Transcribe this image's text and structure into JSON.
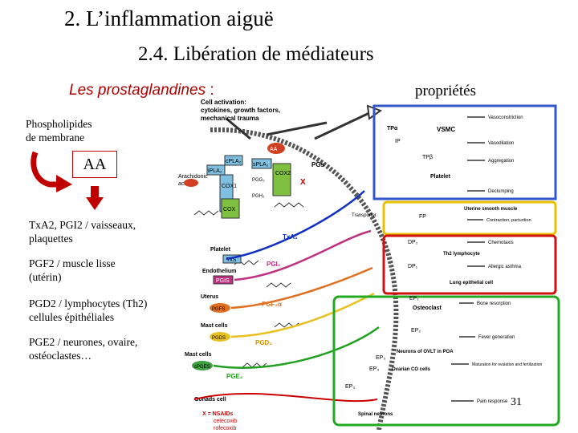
{
  "title": "2.  L’inflammation aiguë",
  "subtitle": "2.4. Libération de médiateurs",
  "section_name": "Les prostaglandines",
  "section_sep": " :",
  "properties_label": "propriétés",
  "phospho_line1": "Phospholipides",
  "phospho_line2": "de membrane",
  "aa_label": "AA",
  "notes": [
    {
      "line1": "TxA2, PGI2 / vaisseaux,",
      "line2": "plaquettes"
    },
    {
      "line1": "PGF2 / muscle lisse",
      "line2": "(utérin)"
    },
    {
      "line1": "PGD2 / lymphocytes (Th2)",
      "line2": "cellules épithéliales"
    },
    {
      "line1": "PGE2 / neurones, ovaire,",
      "line2": "ostéoclastes…"
    }
  ],
  "page_number": "31",
  "colors": {
    "accent_red": "#c00000",
    "blue_box": "#3355cc",
    "yellow_box": "#e8c000",
    "red_box": "#d01010",
    "green_box": "#22aa22",
    "arrow_red": "#cc0000"
  },
  "diagram": {
    "cell_activation": [
      "Cell activation:",
      "cytokines, growth factors,",
      "mechanical trauma"
    ],
    "enzymes": {
      "aa": "AA",
      "cpla2": "cPLA₂",
      "spla2": "sPLA₂",
      "ipla2": "iPLA₂",
      "cox1": "COX1",
      "cox2": "COX2",
      "cox": "COX",
      "x": "X"
    },
    "left_labels": {
      "arachidonic": "Arachidonic",
      "acid": "acid",
      "pgs": "PGs",
      "pgh2": "PGH₂",
      "pgg2": "PGG₂"
    },
    "cells_left": [
      "Platelet",
      "Endothelium",
      "Uterus",
      "Mast cells",
      "Mast cells",
      "Gonads cell"
    ],
    "enzyme_tags": [
      "TxS",
      "PGIS",
      "PGFS",
      "PGDS",
      "cPGES"
    ],
    "mediators": [
      "TxA₂",
      "PGI₂",
      "PGF₂α",
      "PGD₂",
      "PGE₂"
    ],
    "nsaid": [
      "X = NSAIDs",
      "celecoxib",
      "rofecoxib"
    ],
    "transporter": "Transporter",
    "receptors": [
      "TPα",
      "IP",
      "TPβ",
      "FP",
      "DP₁",
      "DP₂",
      "EP₁",
      "EP₂",
      "EP₃",
      "EP₄",
      "EP₃"
    ],
    "targets": [
      "VSMC",
      "Platelet",
      "Uterine smooth muscle",
      "Th2 lymphocyte",
      "Lung epithelial cell",
      "Osteoclast",
      "Neurons of OVLT in POA",
      "Ovarian CO cells",
      "Spinal neurons"
    ],
    "effects": [
      "Vasoconstriction",
      "Vasodilation",
      "Aggregation",
      "Declumping",
      "Contraction, parturition",
      "Chemotaxis",
      "Allergic asthma",
      "Bone resorption",
      "Fever generation",
      "Maturation for ovulation and fertilization",
      "Pain response"
    ]
  }
}
